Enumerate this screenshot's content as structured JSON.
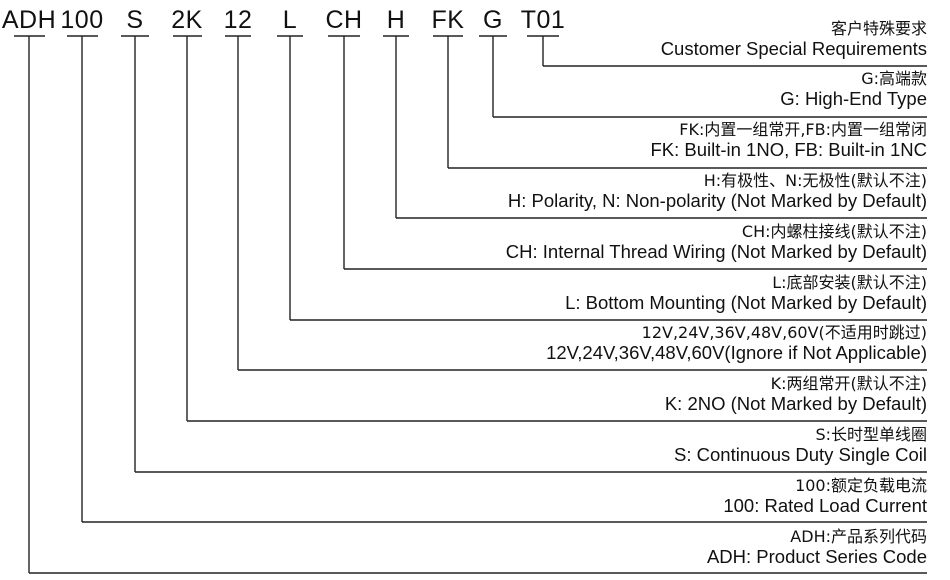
{
  "codes": [
    {
      "text": "ADH"
    },
    {
      "text": "100"
    },
    {
      "text": "S"
    },
    {
      "text": "2K"
    },
    {
      "text": "12"
    },
    {
      "text": "L"
    },
    {
      "text": "CH"
    },
    {
      "text": "H"
    },
    {
      "text": "FK"
    },
    {
      "text": "G"
    },
    {
      "text": "T01"
    }
  ],
  "descriptions": [
    {
      "zh": "客户特殊要求",
      "en": "Customer Special Requirements"
    },
    {
      "zh": "G:高端款",
      "en": "G: High-End Type"
    },
    {
      "zh": "FK:内置一组常开,FB:内置一组常闭",
      "en": "FK: Built-in 1NO, FB: Built-in 1NC"
    },
    {
      "zh": "H:有极性、N:无极性(默认不注)",
      "en": "H: Polarity, N: Non-polarity (Not Marked by Default)"
    },
    {
      "zh": "CH:内螺柱接线(默认不注)",
      "en": "CH: Internal Thread Wiring (Not Marked by Default)"
    },
    {
      "zh": "L:底部安装(默认不注)",
      "en": "L: Bottom Mounting (Not Marked by Default)"
    },
    {
      "zh": "12V,24V,36V,48V,60V(不适用时跳过)",
      "en": "12V,24V,36V,48V,60V(Ignore if Not Applicable)"
    },
    {
      "zh": "K:两组常开(默认不注)",
      "en": "K: 2NO (Not Marked by Default)"
    },
    {
      "zh": "S:长时型单线圈",
      "en": "S: Continuous Duty Single Coil"
    },
    {
      "zh": "100:额定负载电流",
      "en": "100: Rated Load Current"
    },
    {
      "zh": "ADH:产品系列代码",
      "en": "ADH: Product Series Code"
    }
  ]
}
